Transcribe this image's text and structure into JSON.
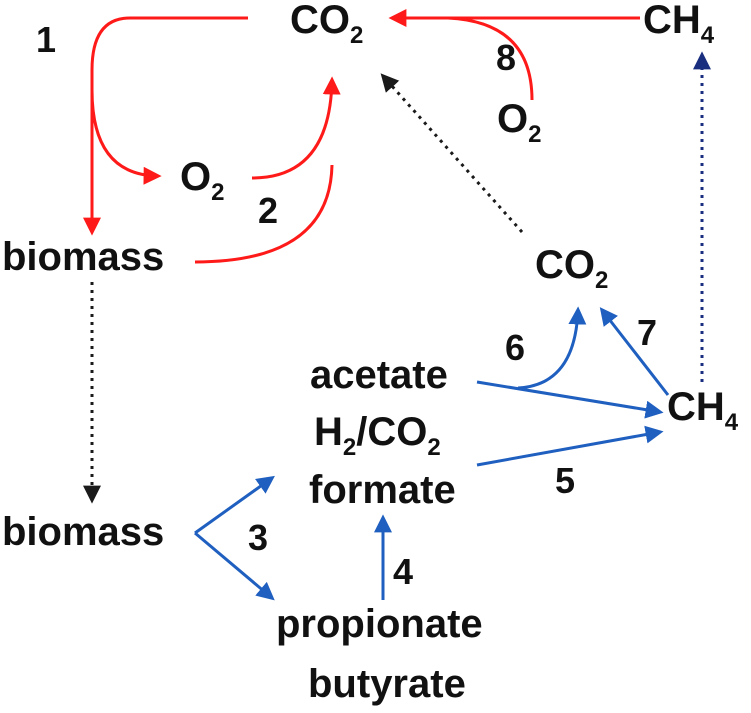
{
  "colors": {
    "aerobic": "#ff1a1a",
    "anaerobic": "#1f5fbf",
    "transfer": "#1a1a1a",
    "methane_transfer": "#1a2e80",
    "text": "#111111"
  },
  "nodes": {
    "co2_top": {
      "base": "CO",
      "sub": "2"
    },
    "ch4_top": {
      "base": "CH",
      "sub": "4"
    },
    "o2_left": {
      "base": "O",
      "sub": "2"
    },
    "o2_right": {
      "base": "O",
      "sub": "2"
    },
    "biomass_top": "biomass",
    "co2_mid": {
      "base": "CO",
      "sub": "2"
    },
    "acetate": "acetate",
    "h2_co2": {
      "a": "H",
      "a_sub": "2",
      "b": "/CO",
      "b_sub": "2"
    },
    "formate": "formate",
    "ch4_mid": {
      "base": "CH",
      "sub": "4"
    },
    "biomass_bottom": "biomass",
    "propionate": "propionate",
    "butyrate": "butyrate"
  },
  "steps": [
    "1",
    "2",
    "3",
    "4",
    "5",
    "6",
    "7",
    "8"
  ]
}
